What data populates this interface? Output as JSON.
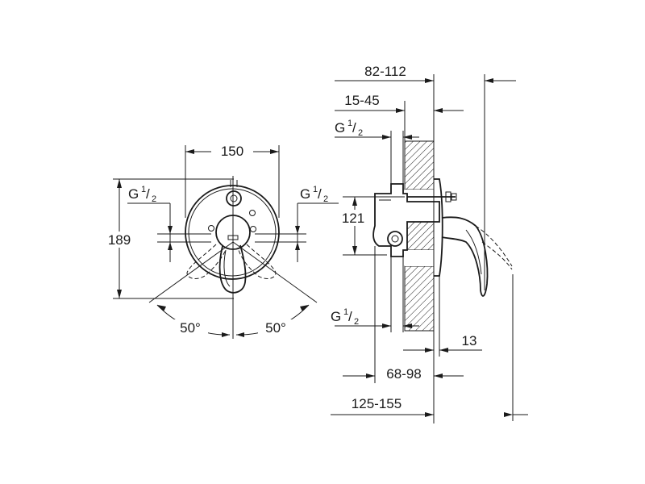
{
  "front_view": {
    "width_label": "150",
    "height_label": "189",
    "left_thread": {
      "main": "G",
      "num": "1",
      "den": "2"
    },
    "right_thread": {
      "main": "G",
      "num": "1",
      "den": "2"
    },
    "left_angle": "50°",
    "right_angle": "50°"
  },
  "side_view": {
    "depth_total": "82-112",
    "wall_depth": "15-45",
    "top_thread": {
      "main": "G",
      "num": "1",
      "den": "2"
    },
    "connection_height": "121",
    "bottom_thread": {
      "main": "G",
      "num": "1",
      "den": "2"
    },
    "plate_thickness": "13",
    "body_depth": "68-98",
    "overall_depth": "125-155"
  }
}
